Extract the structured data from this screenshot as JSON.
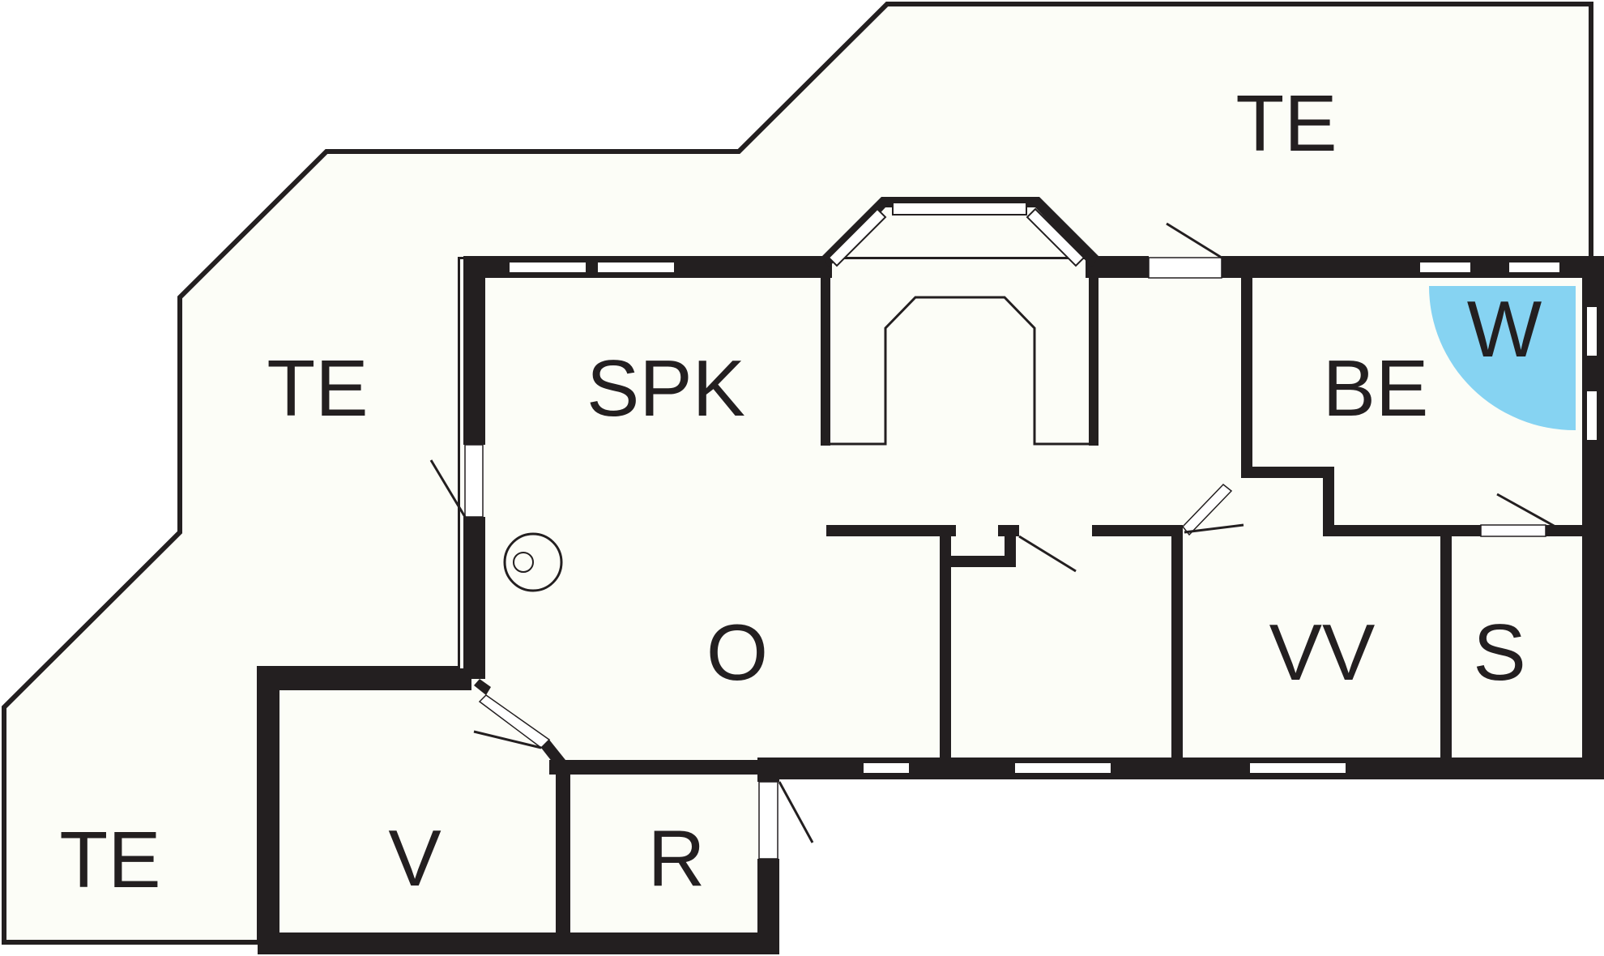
{
  "floor_plan": {
    "rooms": [
      {
        "id": "te-top",
        "label": "TE"
      },
      {
        "id": "te-left",
        "label": "TE"
      },
      {
        "id": "te-bottom",
        "label": "TE"
      },
      {
        "id": "spk",
        "label": "SPK"
      },
      {
        "id": "be",
        "label": "BE"
      },
      {
        "id": "w",
        "label": "W"
      },
      {
        "id": "o",
        "label": "O"
      },
      {
        "id": "vv",
        "label": "VV"
      },
      {
        "id": "s",
        "label": "S"
      },
      {
        "id": "v",
        "label": "V"
      },
      {
        "id": "r",
        "label": "R"
      }
    ],
    "colors": {
      "wall": "#231f20",
      "floor": "#fcfdf7",
      "whirlpool": "#86d3f2"
    }
  }
}
